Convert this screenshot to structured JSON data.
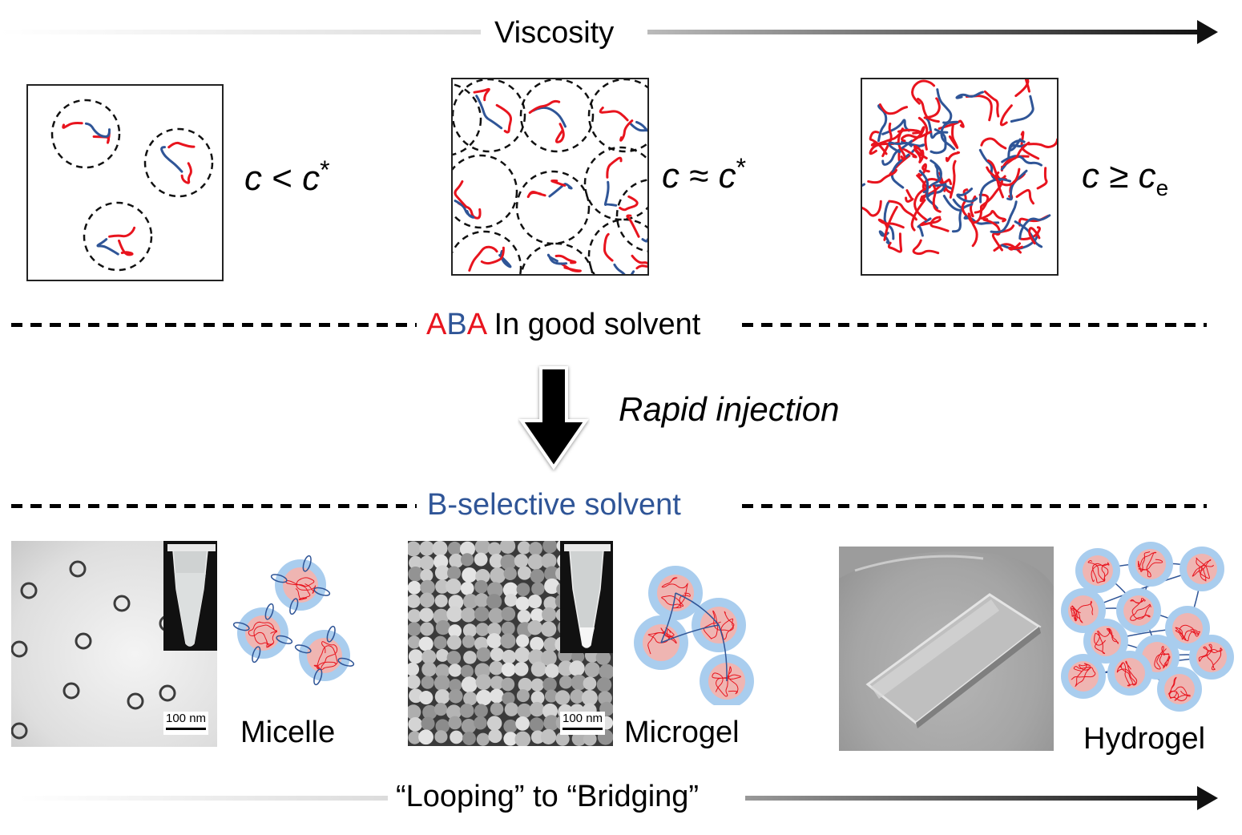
{
  "top_axis": {
    "label": "Viscosity",
    "direction": "increasing-right"
  },
  "regimes": [
    {
      "id": "dilute",
      "relation": {
        "left": "c",
        "op": "<",
        "right": "c",
        "sup": "*",
        "sub": ""
      },
      "coil_count": 3
    },
    {
      "id": "overlap",
      "relation": {
        "left": "c",
        "op": "≈",
        "right": "c",
        "sup": "*",
        "sub": ""
      },
      "coil_count": 11
    },
    {
      "id": "entangled",
      "relation": {
        "left": "c",
        "op": "≥",
        "right": "c",
        "sup": "",
        "sub": "e"
      },
      "coil_count": 0
    }
  ],
  "good_solvent": {
    "a1": "A",
    "b": "B",
    "a2": "A",
    "rest": " In good solvent"
  },
  "process": {
    "label": "Rapid injection",
    "arrow": "down-arrow-icon"
  },
  "selective_solvent": {
    "label": "B-selective solvent"
  },
  "structures": [
    {
      "id": "micelle",
      "label": "Micelle",
      "scale_bar": "100 nm",
      "image": "TEM micrograph of isolated micelles with vial inset"
    },
    {
      "id": "microgel",
      "label": "Microgel",
      "scale_bar": "100 nm",
      "image": "TEM micrograph of packed microgels with vial inset"
    },
    {
      "id": "hydrogel",
      "label": "Hydrogel",
      "scale_bar": "",
      "image": "Photo of transparent hydrogel slab"
    }
  ],
  "bottom_axis": {
    "label": "“Looping” to “Bridging”"
  },
  "colors": {
    "block_a": "#e8141e",
    "block_b": "#2f5597",
    "corona": "#a9cdee",
    "core": "#f6b3ab"
  }
}
